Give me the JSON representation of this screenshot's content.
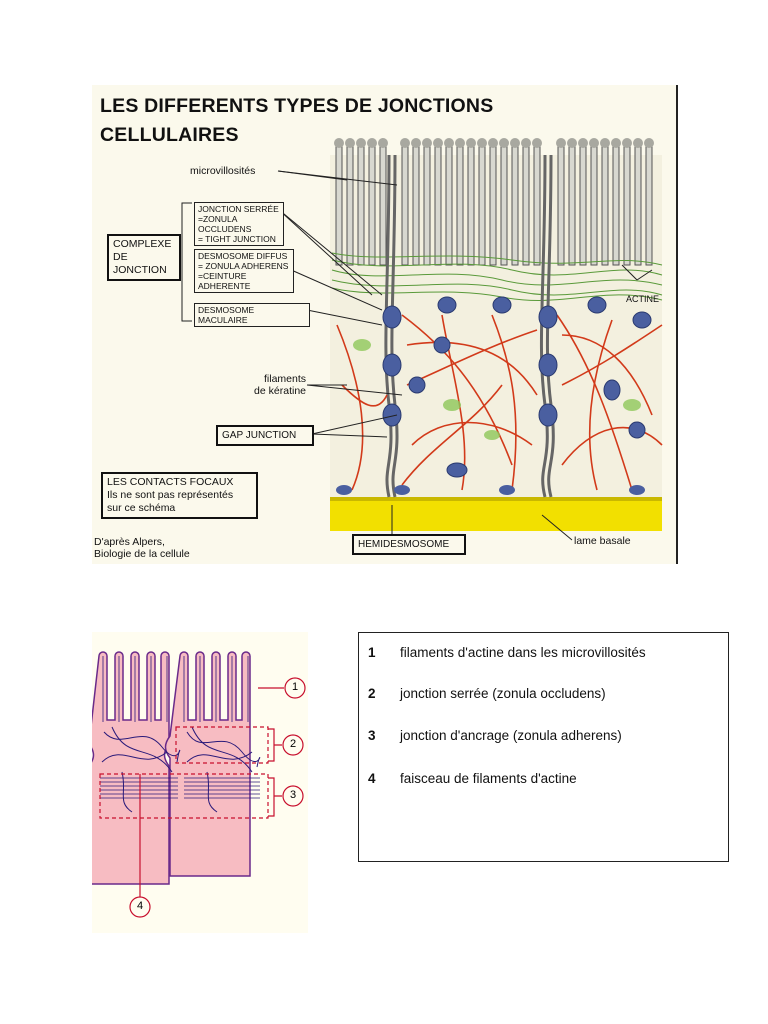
{
  "figure1": {
    "title_line1": "LES DIFFERENTS TYPES DE JONCTIONS",
    "title_line2": "CELLULAIRES",
    "labels": {
      "microvillosites": "microvillosités",
      "jonction_serree": [
        "JONCTION SERRÉE",
        "=ZONULA OCCLUDENS",
        "= TIGHT JUNCTION"
      ],
      "complexe": [
        "COMPLEXE",
        "DE",
        "JONCTION"
      ],
      "desmosome_diffus": [
        "DESMOSOME DIFFUS",
        "= ZONULA ADHERENS",
        "=CEINTURE ADHERENTE"
      ],
      "desmosome_maculaire": "DESMOSOME MACULAIRE",
      "filaments": [
        "filaments",
        "de kératine"
      ],
      "gap_junction": "GAP JUNCTION",
      "contacts_focaux": [
        "LES CONTACTS FOCAUX",
        "Ils ne sont pas représentés",
        "sur ce schéma"
      ],
      "source": [
        "D'après Alpers,",
        "Biologie de la cellule"
      ],
      "hemidesmosome": "HEMIDESMOSOME",
      "actine": "ACTINE",
      "lame_basale": "lame basale"
    },
    "colors": {
      "filament": "#d23a1a",
      "desmosome": "#4a5fa0",
      "actin": "#5a9a3a",
      "basal": "#f2e000",
      "membrane": "#666666"
    }
  },
  "figure2": {
    "callouts": [
      "1",
      "2",
      "3",
      "4"
    ],
    "colors": {
      "cell": "#f7bcc2",
      "outline": "#6a2a8a",
      "filament": "#2a1a7a",
      "callout": "#c8102e"
    }
  },
  "legend": {
    "items": [
      {
        "num": "1",
        "text": "filaments d'actine dans les microvillosités"
      },
      {
        "num": "2",
        "text": "jonction serrée (zonula occludens)"
      },
      {
        "num": "3",
        "text": "jonction d'ancrage (zonula adherens)"
      },
      {
        "num": "4",
        "text": "faisceau de filaments d'actine"
      }
    ]
  }
}
